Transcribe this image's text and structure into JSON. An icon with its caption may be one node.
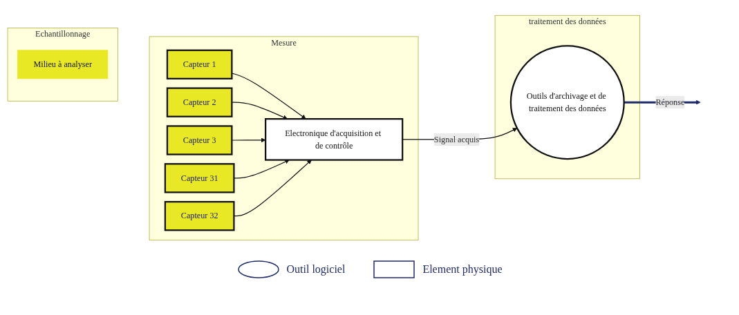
{
  "diagram": {
    "nodes": [
      {
        "text": [
          "Echantillonnage"
        ]
      },
      {
        "text": [
          "Milieu à analyser"
        ],
        "in": 0
      },
      {
        "text": [
          "Mesure"
        ]
      },
      {
        "text": [
          "Capteur 1"
        ],
        "in": 2
      },
      {
        "text": [
          "Capteur 2"
        ],
        "in": 2
      },
      {
        "text": [
          "Capteur 3"
        ],
        "in": 2
      },
      {
        "text": [
          "Capteur 31"
        ],
        "in": 2
      },
      {
        "text": [
          "Capteur 32"
        ],
        "in": 2
      },
      {
        "text": [
          "Electronique d'acquisition et de contrôle"
        ],
        "in": 2
      },
      {
        "text": [
          "traitement des données"
        ]
      },
      {
        "text": [
          "Outils d'archivage et de traitement des données"
        ],
        "in": 9
      }
    ],
    "edges": [
      {
        "from": 3,
        "to": 8,
        "arrow": "to"
      },
      {
        "from": 4,
        "to": 8,
        "arrow": "to"
      },
      {
        "from": 5,
        "to": 8,
        "arrow": "to"
      },
      {
        "from": 6,
        "to": 8,
        "arrow": "to"
      },
      {
        "from": 7,
        "to": 8,
        "arrow": "to"
      },
      {
        "from": 8,
        "to": 10,
        "arrow": "to",
        "label": "Signal acquis"
      },
      {
        "from": 10,
        "to": null,
        "arrow": "to",
        "label": "Réponse",
        "style": "thick",
        "color": "#1f2a6b"
      }
    ],
    "legend": [
      {
        "text": "Outil logiciel"
      },
      {
        "text": "Element physique"
      }
    ]
  }
}
